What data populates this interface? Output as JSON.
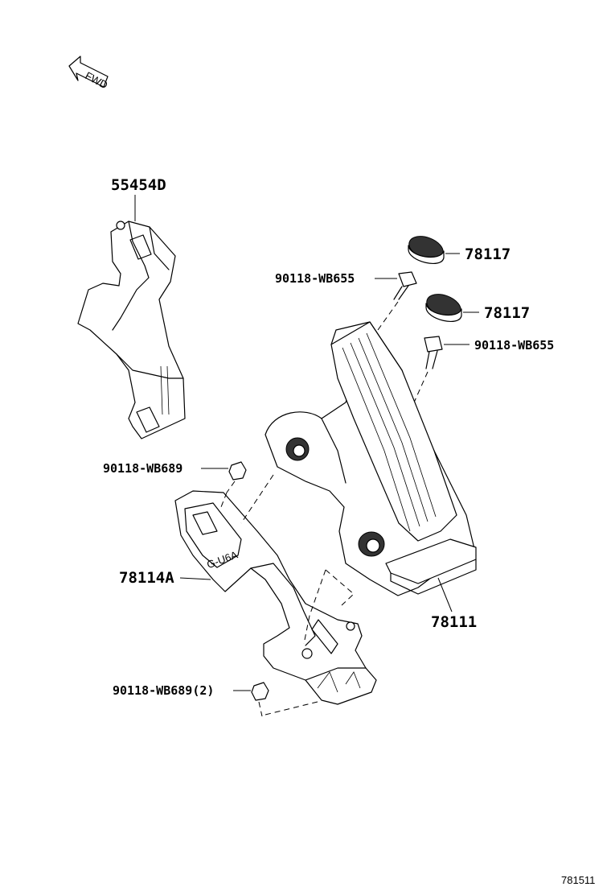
{
  "fwd_label": "FWD",
  "reference_code": "781511",
  "parts": {
    "bracket_55454d": "55454D",
    "bolt_upper_left": "90118-WB655",
    "bolt_upper_right": "90118-WB655",
    "cap_upper": "78117",
    "cap_lower": "78117",
    "nut_upper": "90118-WB689",
    "bracket_78114a": "78114A",
    "pedal_78111": "78111",
    "nut_lower": "90118-WB689(2)"
  },
  "icons": {
    "fwd": "fwd-arrow-icon"
  }
}
